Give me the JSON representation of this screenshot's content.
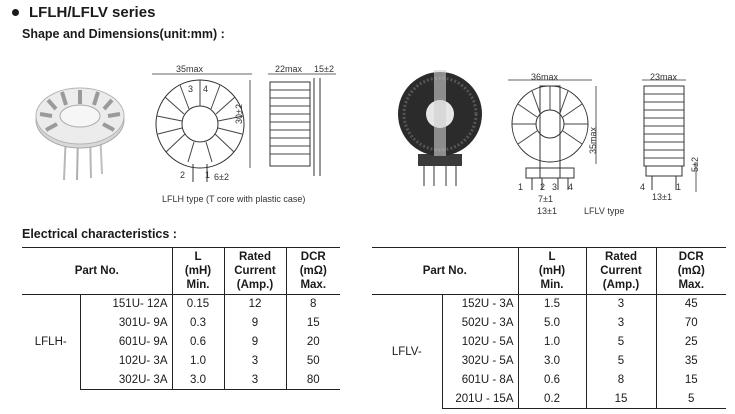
{
  "header": {
    "series_title": "LFLH/LFLV series",
    "shape_title": "Shape and Dimensions(unit:mm) :",
    "electrical_title": "Electrical characteristics :"
  },
  "figures": {
    "lflh": {
      "caption": "LFLH type (T core with plastic case)",
      "dim_width": "35max",
      "dim_depth": "22max",
      "dim_lead": "15±2",
      "dim_height": "30±2",
      "dim_pitch": "6±2",
      "pin_2": "2",
      "pin_3": "3",
      "pin_4": "4",
      "pin_1": "1"
    },
    "lflv": {
      "caption": "LFLV type",
      "dim_width": "36max",
      "dim_depth": "23max",
      "dim_height": "35max",
      "dim_pitch_a": "7±1",
      "dim_base": "13±1",
      "dim_base_side": "13±1",
      "dim_lead": "5±2",
      "pins": [
        "1",
        "2",
        "3",
        "4"
      ],
      "pin_side_4": "4",
      "pin_side_1": "1"
    }
  },
  "tables": {
    "headers": {
      "part_no": "Part No.",
      "l": [
        "L",
        "(mH)",
        "Min."
      ],
      "current": [
        "Rated",
        "Current",
        "(Amp.)"
      ],
      "dcr": [
        "DCR",
        "(mΩ)",
        "Max."
      ]
    },
    "lflh": {
      "group": "LFLH-",
      "rows": [
        {
          "part": "151U- 12A",
          "l": "0.15",
          "current": "12",
          "dcr": "8"
        },
        {
          "part": "301U- 9A",
          "l": "0.3",
          "current": "9",
          "dcr": "15"
        },
        {
          "part": "601U- 9A",
          "l": "0.6",
          "current": "9",
          "dcr": "20"
        },
        {
          "part": "102U- 3A",
          "l": "1.0",
          "current": "3",
          "dcr": "50"
        },
        {
          "part": "302U- 3A",
          "l": "3.0",
          "current": "3",
          "dcr": "80"
        }
      ]
    },
    "lflv": {
      "group": "LFLV-",
      "rows": [
        {
          "part": "152U - 3A",
          "l": "1.5",
          "current": "3",
          "dcr": "45"
        },
        {
          "part": "502U - 3A",
          "l": "5.0",
          "current": "3",
          "dcr": "70"
        },
        {
          "part": "102U - 5A",
          "l": "1.0",
          "current": "5",
          "dcr": "25"
        },
        {
          "part": "302U - 5A",
          "l": "3.0",
          "current": "5",
          "dcr": "35"
        },
        {
          "part": "601U - 8A",
          "l": "0.6",
          "current": "8",
          "dcr": "15"
        },
        {
          "part": "201U - 15A",
          "l": "0.2",
          "current": "15",
          "dcr": "5"
        }
      ]
    }
  }
}
